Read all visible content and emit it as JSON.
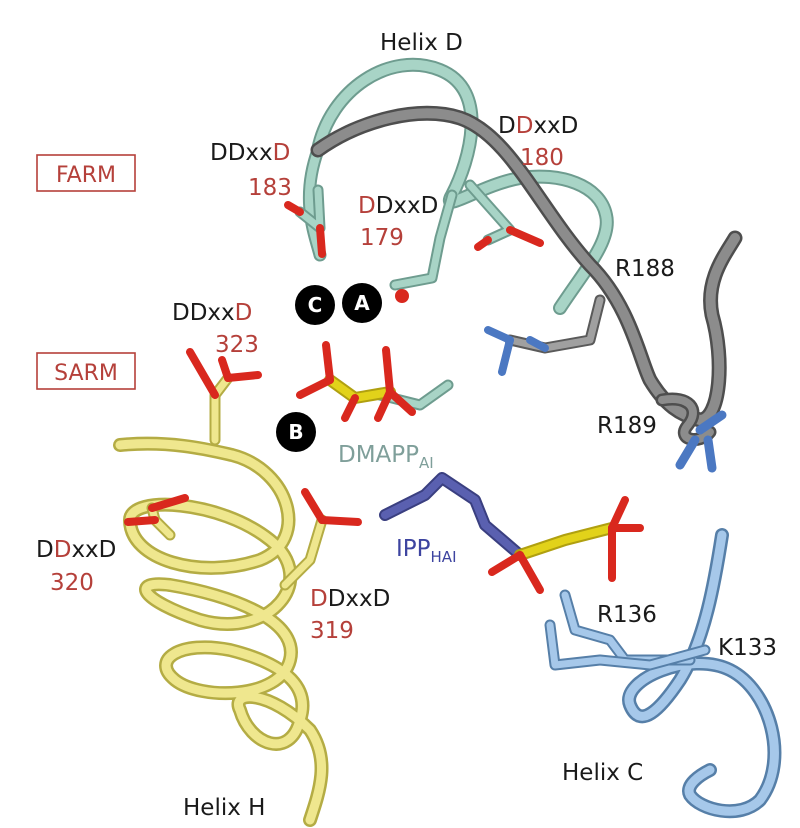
{
  "colors": {
    "red_text": "#b5403a",
    "dark_text": "#1a1a1a",
    "helix_d": "#a8d4c6",
    "helix_d_edge": "#6e9c8f",
    "gray_loop": "#6d6d6d",
    "helix_h": "#e8e07e",
    "helix_h_edge": "#b4ac44",
    "helix_c": "#8ab4de",
    "helix_c_edge": "#567fa8",
    "ipp": "#4f55a4",
    "oxygen": "#d9281e",
    "phosphorus": "#e2d21a",
    "nitrogen": "#4b78c2",
    "dmapp_text": "#7f9f9a",
    "ipp_text": "#3d44a0"
  },
  "regions": {
    "farm": "FARM",
    "sarm": "SARM"
  },
  "helices": {
    "d": "Helix D",
    "h": "Helix H",
    "c": "Helix C"
  },
  "motifs": [
    {
      "id": "m183",
      "prefix": "DDxx",
      "highlight": "D",
      "suffix": "",
      "number": "183"
    },
    {
      "id": "m180",
      "prefix": "D",
      "highlight": "D",
      "suffix": "xxD",
      "number": "180"
    },
    {
      "id": "m179",
      "prefix": "",
      "highlight": "D",
      "suffix": "DxxD",
      "number": "179"
    },
    {
      "id": "m323",
      "prefix": "DDxx",
      "highlight": "D",
      "suffix": "",
      "number": "323"
    },
    {
      "id": "m320",
      "prefix": "D",
      "highlight": "D",
      "suffix": "xxD",
      "number": "320"
    },
    {
      "id": "m319",
      "prefix": "",
      "highlight": "D",
      "suffix": "DxxD",
      "number": "319"
    }
  ],
  "residues": {
    "r188": "R188",
    "r189": "R189",
    "r136": "R136",
    "k133": "K133"
  },
  "ligands": {
    "dmapp": "DMAPP",
    "dmapp_sub": "AI",
    "ipp": "IPP",
    "ipp_sub": "HAI"
  },
  "metal_sites": {
    "a": "A",
    "b": "B",
    "c": "C"
  },
  "icons": [
    "stick-model",
    "ribbon-tube",
    "metal-ion-sphere"
  ]
}
